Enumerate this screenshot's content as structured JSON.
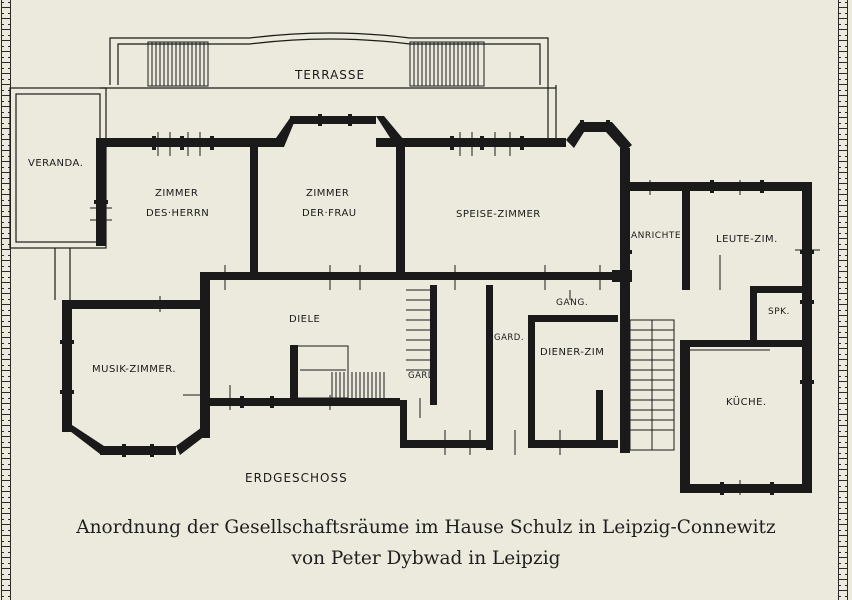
{
  "plan": {
    "rooms": {
      "terrasse": "TERRASSE",
      "veranda": "VERANDA.",
      "zimmer_herrn_1": "ZIMMER",
      "zimmer_herrn_2": "DES·HERRN",
      "zimmer_frau_1": "ZIMMER",
      "zimmer_frau_2": "DER·FRAU",
      "speise_zimmer": "SPEISE-ZIMMER",
      "anrichte": "ANRICHTE",
      "leute_zim": "LEUTE-ZIM.",
      "gang": "GANG.",
      "spk": "SPK.",
      "diele": "DIELE",
      "gard_1": "GARD.",
      "gard_2": "GARD.",
      "diener_zim": "DIENER-ZIM",
      "musik_zimmer": "MUSIK-ZIMMER.",
      "kueche": "KÜCHE."
    },
    "floor_label": "ERDGESCHOSS"
  },
  "caption": {
    "line1": "Anordnung der Gesellschaftsräume im Hause Schulz in Leipzig-Connewitz",
    "line2": "von Peter Dybwad in Leipzig"
  },
  "colors": {
    "paper": "#eceadd",
    "ink": "#1a1a1a"
  }
}
